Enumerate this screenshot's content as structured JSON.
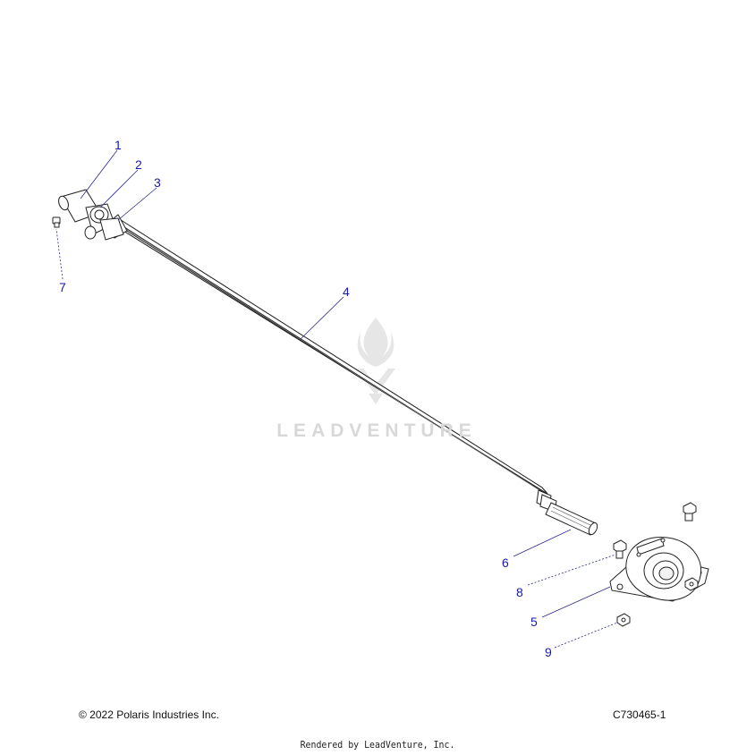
{
  "callouts": [
    {
      "id": "1",
      "label": "1"
    },
    {
      "id": "2",
      "label": "2"
    },
    {
      "id": "3",
      "label": "3"
    },
    {
      "id": "4",
      "label": "4"
    },
    {
      "id": "5",
      "label": "5"
    },
    {
      "id": "6",
      "label": "6"
    },
    {
      "id": "7",
      "label": "7"
    },
    {
      "id": "8",
      "label": "8"
    },
    {
      "id": "9",
      "label": "9"
    }
  ],
  "footer": {
    "copyright": "© 2022 Polaris Industries Inc.",
    "diagram_code": "C730465-1",
    "rendered_by": "Rendered by LeadVenture, Inc."
  },
  "watermark": {
    "text": "LEADVENTURE"
  },
  "colors": {
    "callout": "#1a1aa6",
    "line": "#222222",
    "fill": "#ffffff",
    "watermark": "#d8d8d8"
  }
}
